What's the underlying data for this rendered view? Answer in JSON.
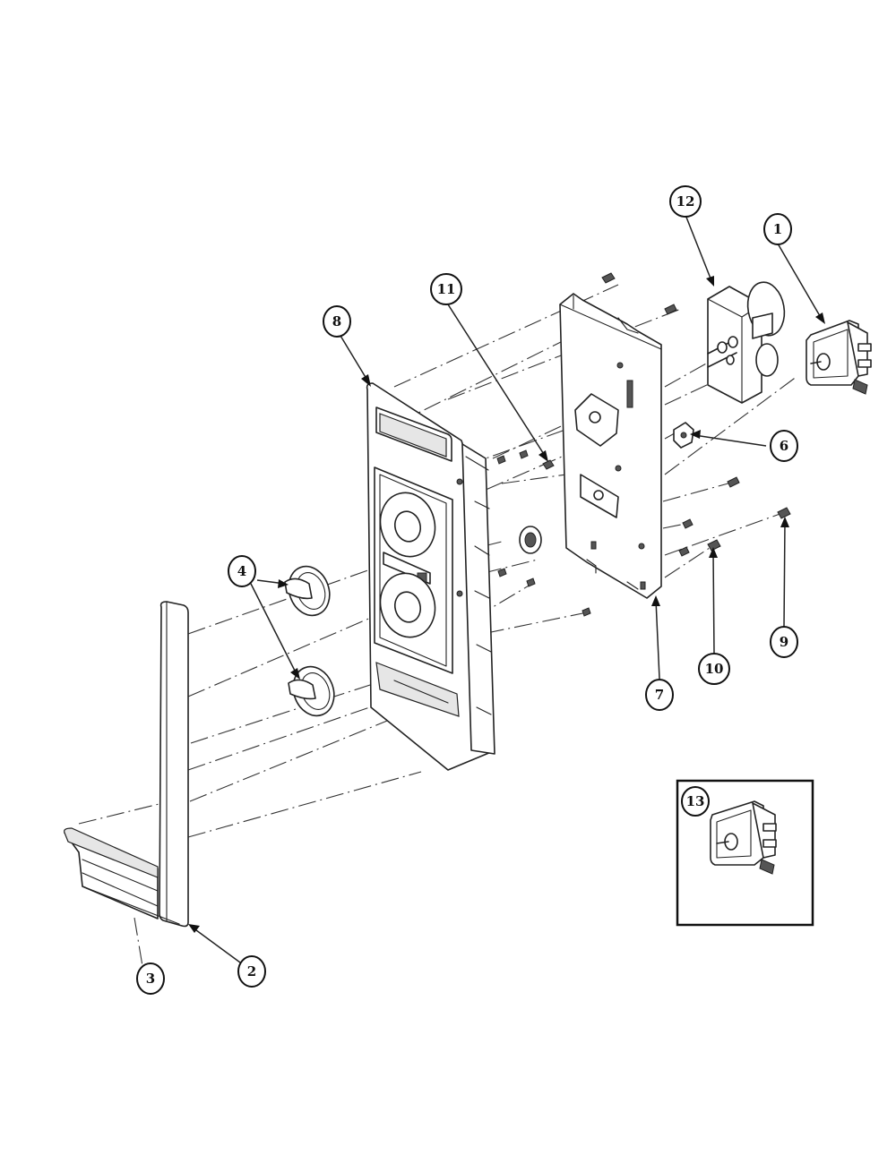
{
  "diagram": {
    "callouts": {
      "c1": "1",
      "c2": "2",
      "c3": "3",
      "c4": "4",
      "c6": "6",
      "c7": "7",
      "c8": "8",
      "c9": "9",
      "c10": "10",
      "c11": "11",
      "c12": "12",
      "c13": "13"
    }
  }
}
